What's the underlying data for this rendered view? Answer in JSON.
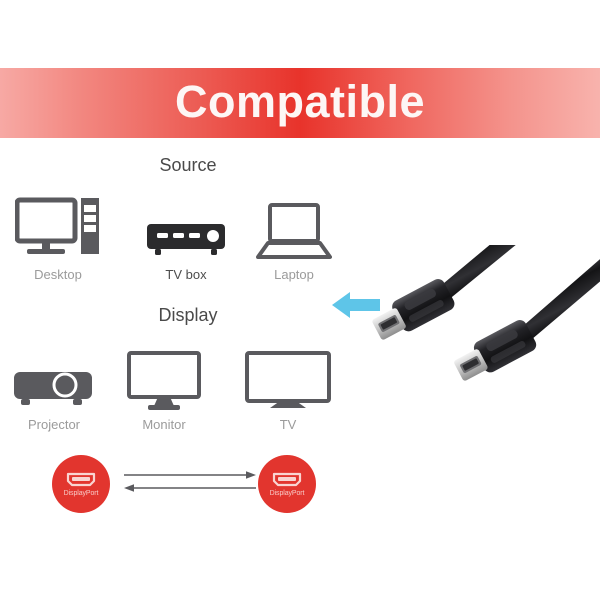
{
  "banner": {
    "title": "Compatible",
    "accent_color": "#e8332b",
    "text_color": "#fdf6f5"
  },
  "sections": {
    "source": {
      "label": "Source",
      "items": [
        {
          "caption": "Desktop",
          "icon": "desktop-computer-icon"
        },
        {
          "caption": "TV box",
          "icon": "tv-box-icon"
        },
        {
          "caption": "Laptop",
          "icon": "laptop-icon"
        }
      ]
    },
    "display": {
      "label": "Display",
      "items": [
        {
          "caption": "Projector",
          "icon": "projector-icon"
        },
        {
          "caption": "Monitor",
          "icon": "monitor-icon"
        },
        {
          "caption": "TV",
          "icon": "television-icon"
        }
      ]
    }
  },
  "pointer": {
    "icon": "left-arrow-icon",
    "color": "#5ec5e8"
  },
  "product": {
    "icon": "displayport-cable-photo",
    "connector_count": 2,
    "cable_color": "#1c1c1c",
    "contact_color": "#d8d8d8"
  },
  "connector_badges": {
    "badge_color": "#e2352e",
    "label_color": "#f8c9c6",
    "left": {
      "label": "DisplayPort",
      "icon": "displayport-port-icon"
    },
    "right": {
      "label": "DisplayPort",
      "icon": "displayport-port-icon"
    },
    "link": {
      "icon": "bidirectional-arrow-icon"
    }
  }
}
